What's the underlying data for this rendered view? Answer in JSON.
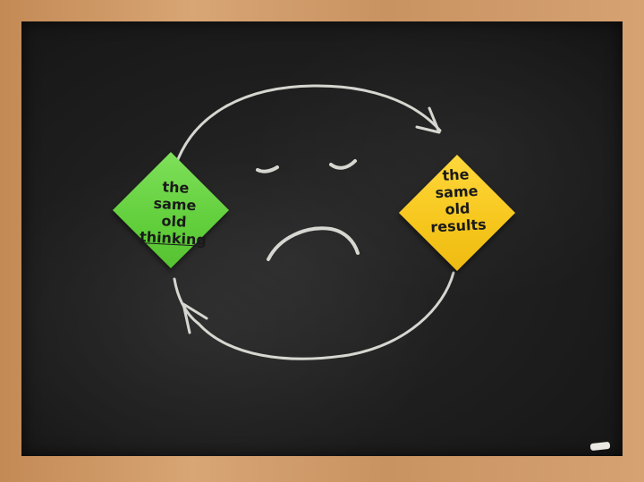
{
  "scene": {
    "colors": {
      "frame": "#c8915c",
      "board": "#1f1f1f",
      "chalk": "#e6e6e0",
      "green_note": "#6ad746",
      "yellow_note": "#f8c81f"
    },
    "green_note": {
      "line1": "the",
      "line2": "same",
      "line3": "old",
      "line4": "thinking"
    },
    "yellow_note": {
      "line1": "the",
      "line2": "same",
      "line3": "old",
      "line4": "results"
    }
  }
}
